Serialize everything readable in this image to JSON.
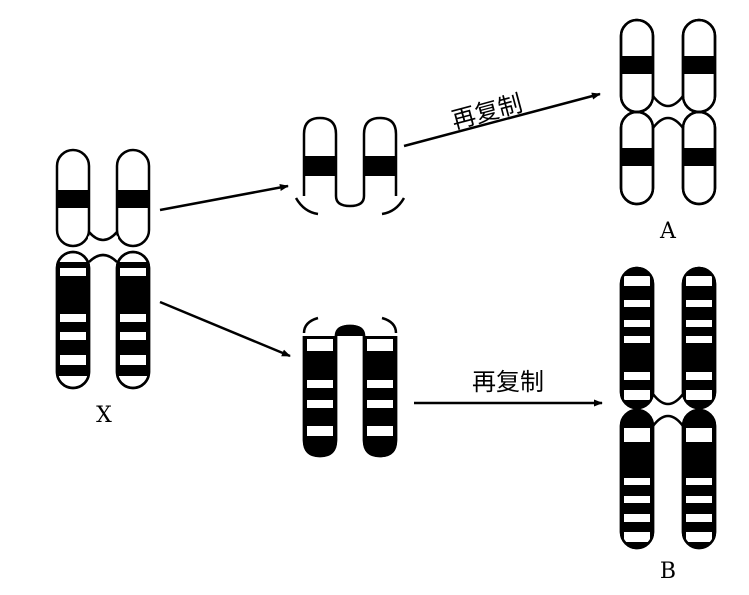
{
  "labels": {
    "original": "X",
    "product_a": "A",
    "product_b": "B",
    "step_top": "再复制",
    "step_bottom": "再复制"
  },
  "colors": {
    "ink": "#000000",
    "paper": "#ffffff"
  }
}
